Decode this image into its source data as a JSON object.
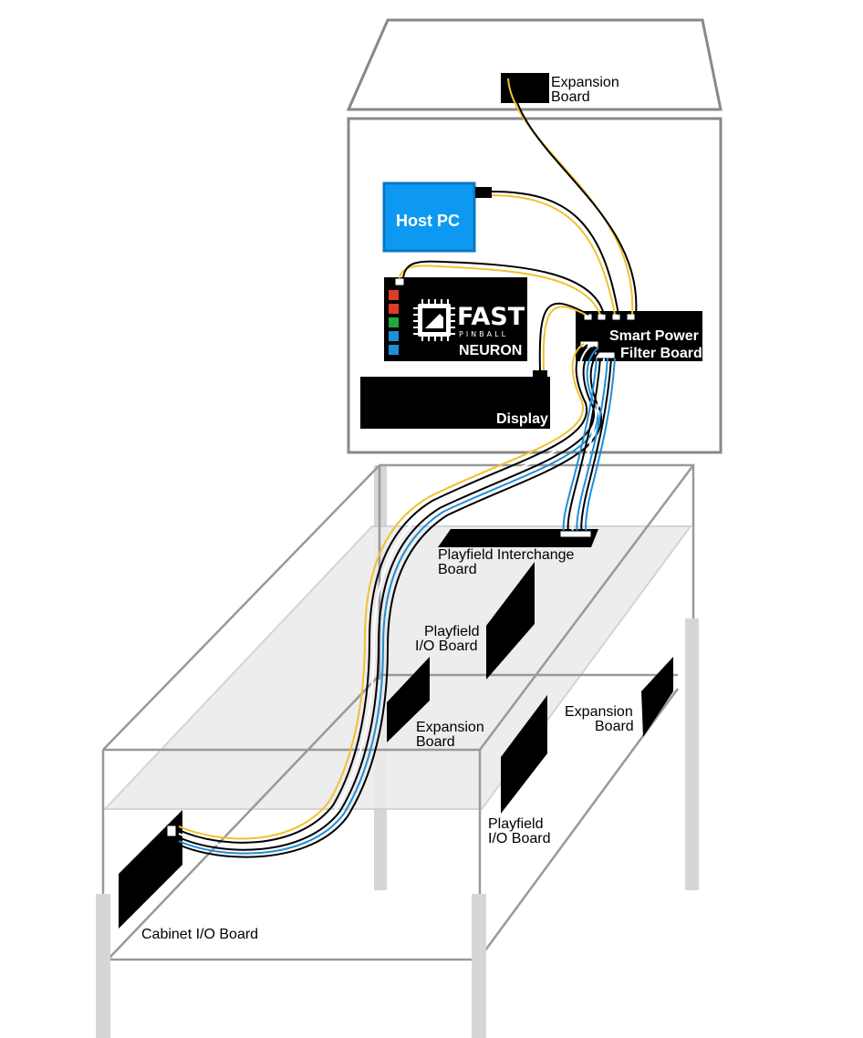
{
  "labels": {
    "expansion_board_top": [
      "Expansion",
      "Board"
    ],
    "host_pc": "Host PC",
    "neuron": "NEURON",
    "fast_brand": "FAST",
    "fast_sub": "PINBALL",
    "smart_power": [
      "Smart Power",
      "Filter Board"
    ],
    "display": "Display",
    "playfield_interchange": [
      "Playfield Interchange",
      "Board"
    ],
    "playfield_io_upper": [
      "Playfield",
      "I/O Board"
    ],
    "expansion_mid": [
      "Expansion",
      "Board"
    ],
    "expansion_right": [
      "Expansion",
      "Board"
    ],
    "playfield_io_lower": [
      "Playfield",
      "I/O Board"
    ],
    "cabinet_io": "Cabinet I/O Board"
  },
  "colors": {
    "host_pc": "#0d99f2",
    "host_pc_border": "#0a78c2",
    "wire_yellow": "#f2c12e",
    "wire_blue": "#1e8fd8",
    "frame": "#888888",
    "legs": "#d6d6d6",
    "playfield": "#ececec"
  },
  "neuron_leds": [
    "#e03a2a",
    "#e03a2a",
    "#22a83a",
    "#1e8fd8",
    "#1e8fd8"
  ]
}
